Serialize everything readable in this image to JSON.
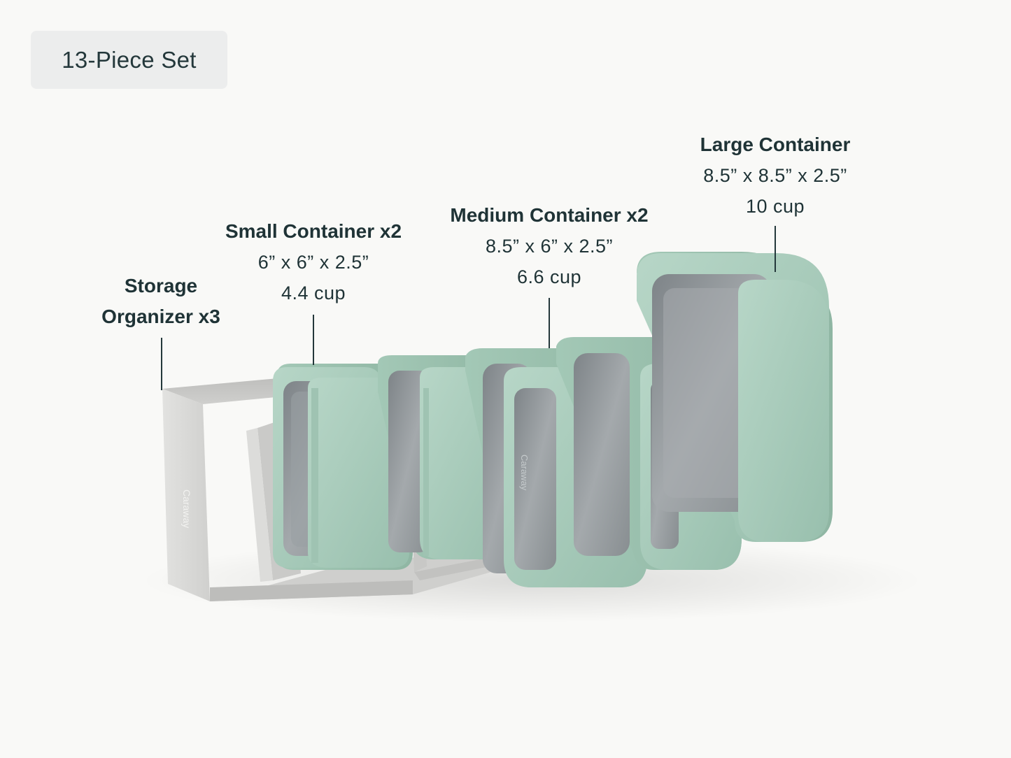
{
  "badge": {
    "text": "13-Piece Set"
  },
  "labels": {
    "organizer": {
      "title_line1": "Storage",
      "title_line2": "Organizer x3"
    },
    "small": {
      "title": "Small Container x2",
      "dims": "6” x 6” x 2.5”",
      "capacity": "4.4 cup"
    },
    "medium": {
      "title": "Medium Container x2",
      "dims": "8.5” x 6” x 2.5”",
      "capacity": "6.6 cup"
    },
    "large": {
      "title": "Large Container",
      "dims": "8.5” x 8.5” x 2.5”",
      "capacity": "10 cup"
    }
  },
  "brand_mark": "Caraway",
  "colors": {
    "background": "#f9f9f7",
    "badge_bg": "#eceded",
    "text": "#1f3336",
    "lid_green": "#a9cbbb",
    "organizer_gray": "#d8d8d6"
  }
}
